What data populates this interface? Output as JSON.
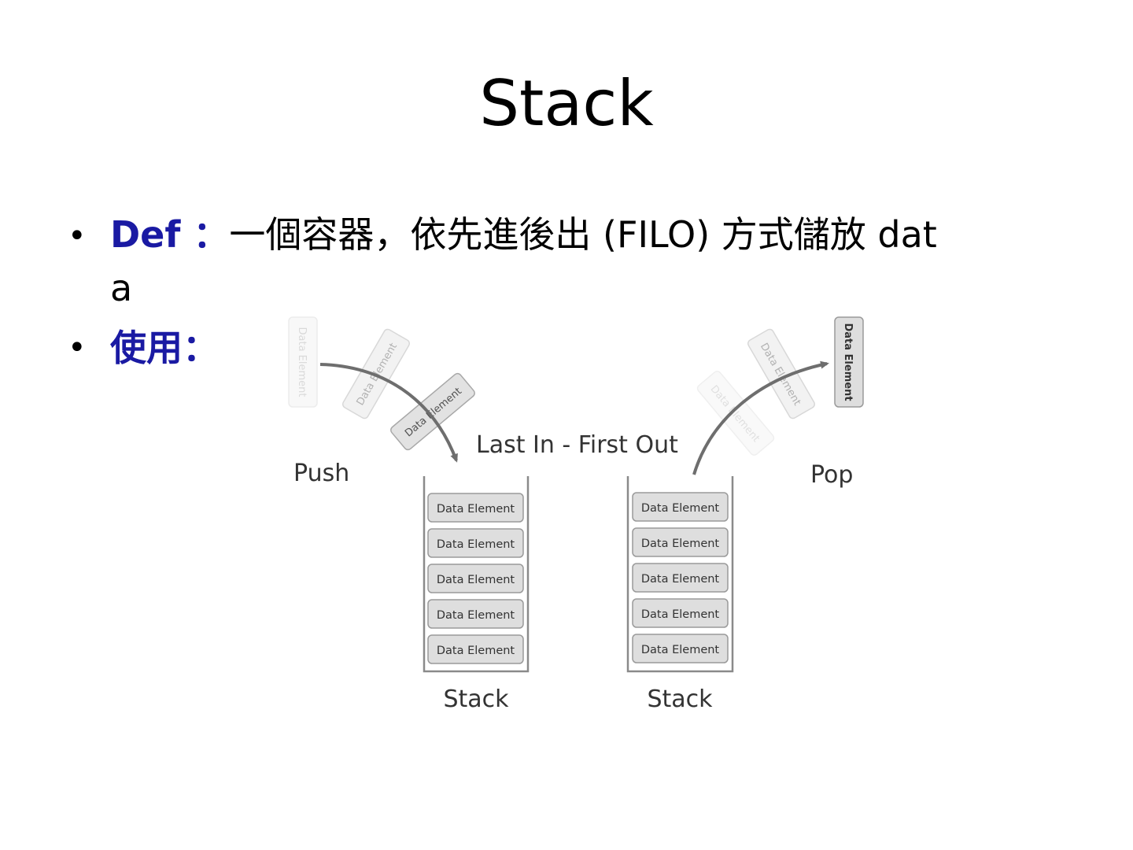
{
  "title": "Stack",
  "bullets": [
    {
      "keyword": "Def ：",
      "text_line1": "一個容器，依先進後出 (FILO) 方式儲放 dat",
      "text_line2": "a"
    },
    {
      "keyword": "使用："
    }
  ],
  "diagram": {
    "caption": "Last In - First Out",
    "push_label": "Push",
    "pop_label": "Pop",
    "element_label": "Data Element",
    "left_stack": {
      "label": "Stack",
      "elements": [
        "Data Element",
        "Data Element",
        "Data Element",
        "Data Element",
        "Data Element"
      ]
    },
    "right_stack": {
      "label": "Stack",
      "elements": [
        "Data Element",
        "Data Element",
        "Data Element",
        "Data Element",
        "Data Element"
      ]
    },
    "colors": {
      "box_fill": "#dedede",
      "box_stroke": "#9a9a9a",
      "arrow": "#6e6e6e",
      "text": "#333333"
    }
  }
}
